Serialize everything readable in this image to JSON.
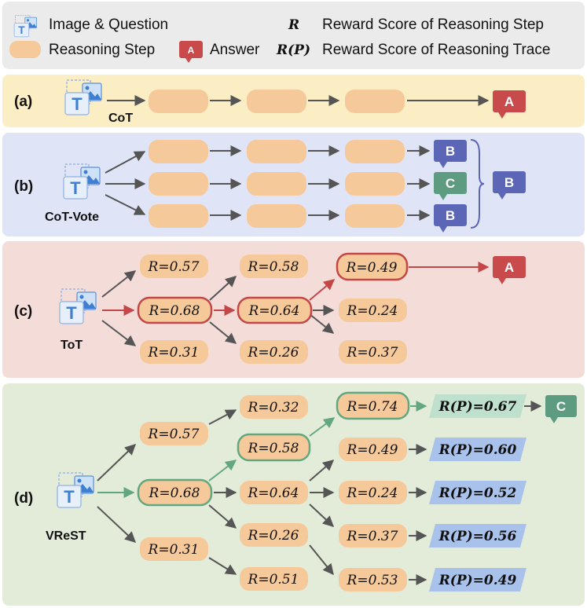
{
  "colors": {
    "step_fill": "#f6c99b",
    "legend_bg": "#ebebeb",
    "cot_bg": "#fbeec4",
    "vote_bg": "#dfe4f7",
    "tot_bg": "#f4dcd9",
    "vrest_bg": "#e2ecd9",
    "answer_red": "#c94a4a",
    "answer_blue": "#5b66b7",
    "answer_green": "#5e9c82",
    "highlight_red": "#c44747",
    "highlight_green": "#62a77f",
    "trace_blue": "#a9c2ec",
    "trace_green": "#bfe0cc"
  },
  "icons": {
    "image_question": "image-question-icon",
    "answer": "answer-bubble-icon"
  },
  "legend": {
    "image_question": "Image & Question",
    "reasoning_step": "Reasoning Step",
    "answer": "Answer",
    "answer_badge": "A",
    "reward_step_symbol": "R",
    "reward_step_text": "Reward Score of Reasoning Step",
    "reward_trace_symbol": "R(P)",
    "reward_trace_text": "Reward Score of Reasoning Trace"
  },
  "sections": {
    "a": {
      "tag": "(a)",
      "method": "CoT",
      "answer": "A"
    },
    "b": {
      "tag": "(b)",
      "method": "CoT-Vote",
      "answers": [
        "B",
        "C",
        "B"
      ],
      "final": "B"
    },
    "c": {
      "tag": "(c)",
      "method": "ToT",
      "answer": "A",
      "nodes": [
        "R=0.57",
        "R=0.68",
        "R=0.31",
        "R=0.58",
        "R=0.64",
        "R=0.26",
        "R=0.49",
        "R=0.24",
        "R=0.37"
      ]
    },
    "d": {
      "tag": "(d)",
      "method": "VReST",
      "answer": "C",
      "nodes": [
        "R=0.57",
        "R=0.68",
        "R=0.31",
        "R=0.32",
        "R=0.58",
        "R=0.64",
        "R=0.26",
        "R=0.51",
        "R=0.74",
        "R=0.49",
        "R=0.24",
        "R=0.37",
        "R=0.53"
      ],
      "traces": [
        "R(P)=0.67",
        "R(P)=0.60",
        "R(P)=0.52",
        "R(P)=0.56",
        "R(P)=0.49"
      ]
    }
  }
}
